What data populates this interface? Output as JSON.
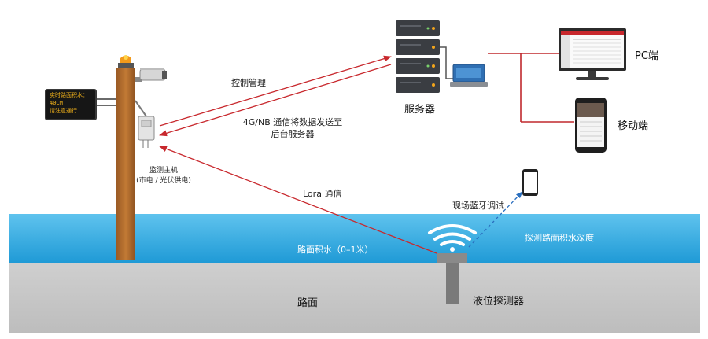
{
  "colors": {
    "water": "#29a8e0",
    "road": "#c8c8c8",
    "pole": "#b46a2c",
    "arrow_red": "#c8282d",
    "arrow_blue": "#2b6fbf",
    "pc_line": "#c0282d"
  },
  "display_board": {
    "line1": "实时路面积水：",
    "line2": "40CM",
    "line3": "请注意通行"
  },
  "labels": {
    "control": "控制管理",
    "uplink_line1": "4G/NB 通信将数据发送至",
    "uplink_line2": "后台服务器",
    "server": "服务器",
    "pc": "PC端",
    "mobile": "移动端",
    "host_line1": "监测主机",
    "host_line2": "(市电 / 光伏供电)",
    "lora": "Lora 通信",
    "bluetooth": "现场蓝牙调试",
    "detect_depth": "探测路面积水深度",
    "water_depth": "路面积水（0–1米）",
    "road": "路面",
    "sensor": "液位探测器"
  },
  "icons": {
    "alarm_light": "warning-light-icon",
    "camera": "camera-icon",
    "server_rack": "server-rack-icon",
    "workstation": "computer-icon",
    "monitor": "pc-monitor-icon",
    "phone": "smartphone-icon",
    "wireless": "wireless-signal-icon"
  }
}
